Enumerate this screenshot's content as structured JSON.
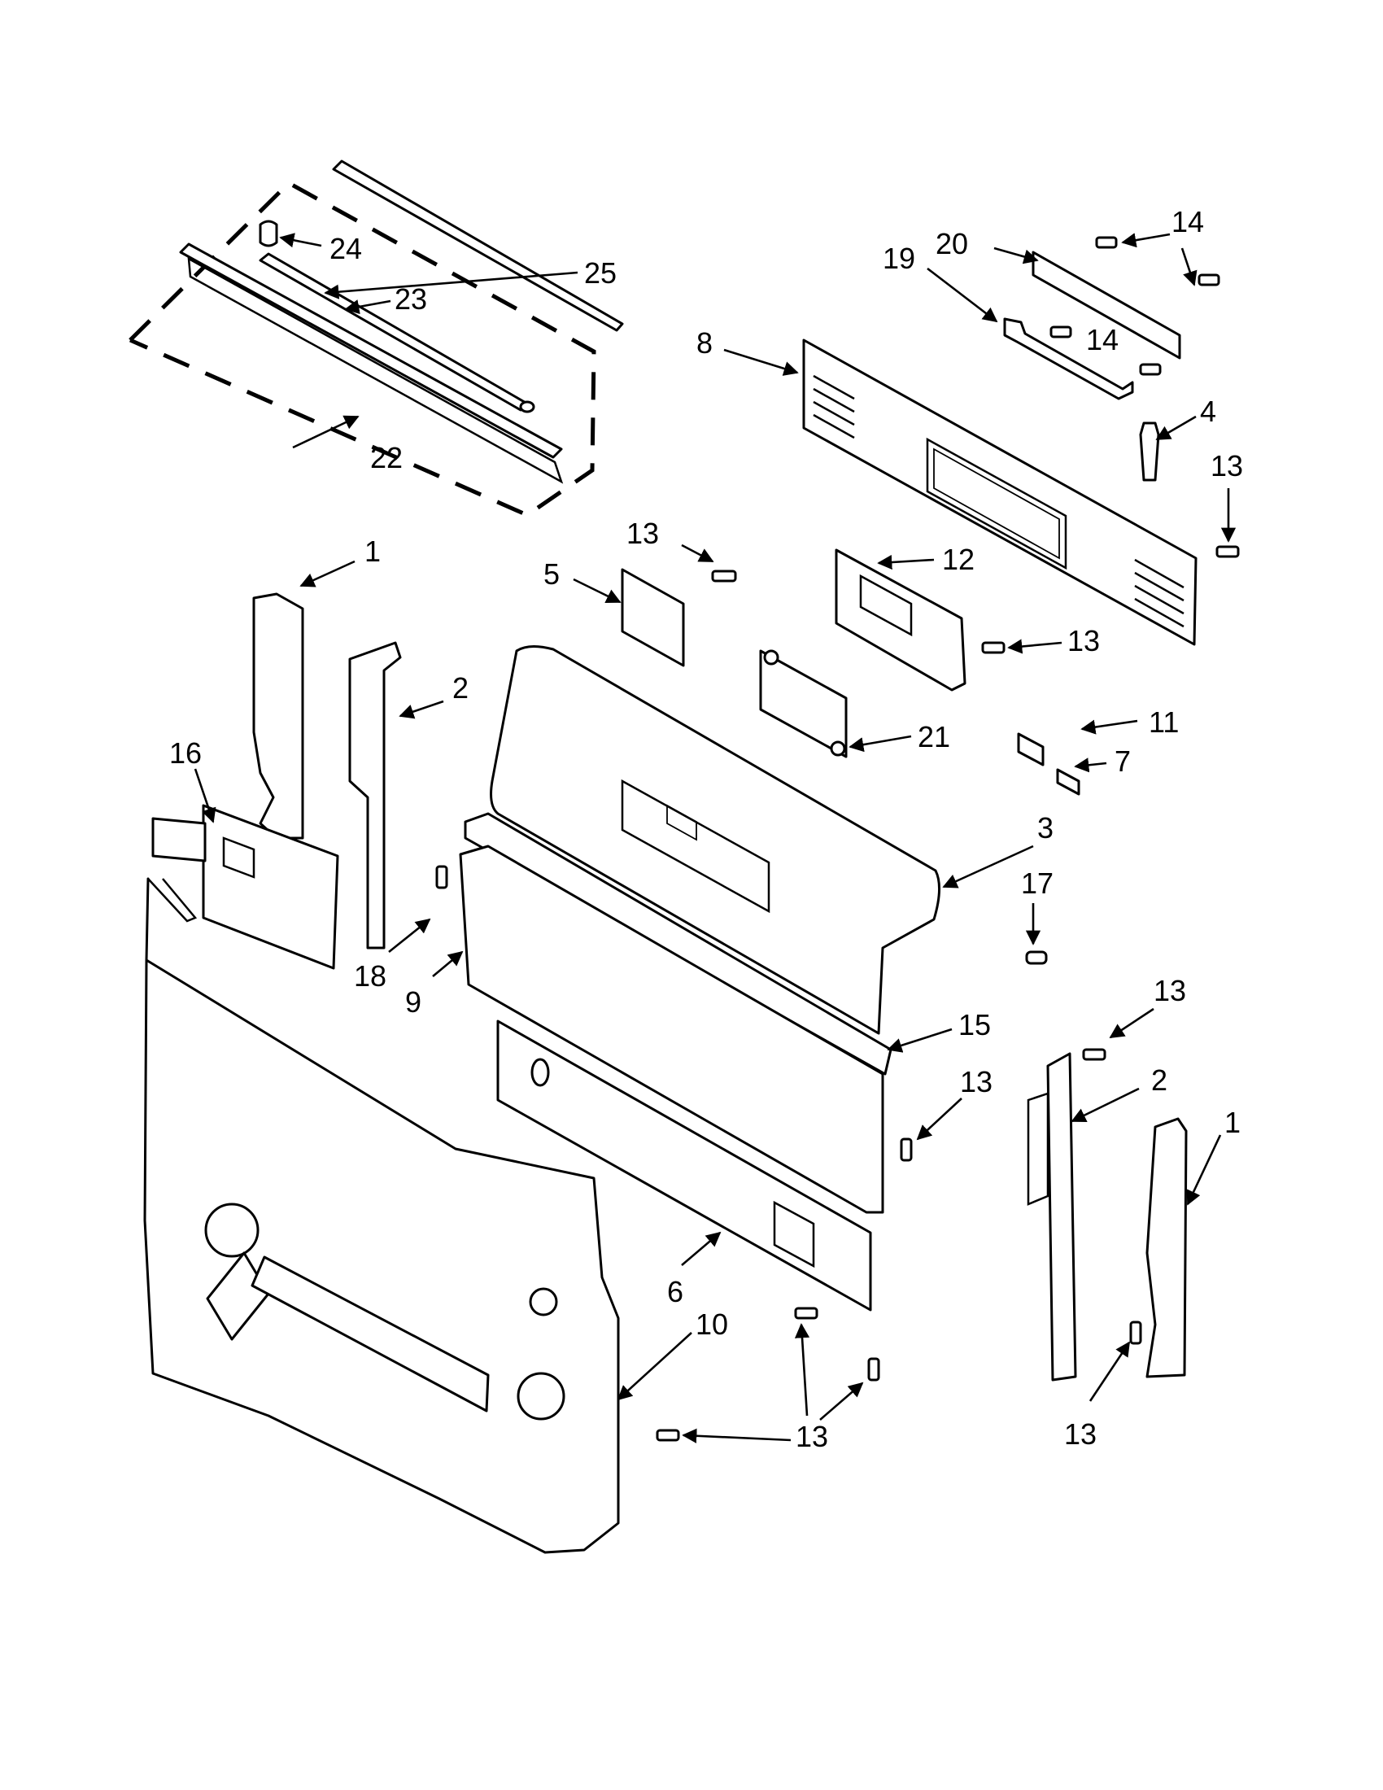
{
  "diagram": {
    "callouts": [
      "1",
      "2",
      "3",
      "4",
      "5",
      "6",
      "7",
      "8",
      "9",
      "10",
      "11",
      "12",
      "13",
      "14",
      "15",
      "16",
      "17",
      "18",
      "19",
      "20",
      "21",
      "22",
      "23",
      "24",
      "25"
    ],
    "colors": {
      "line": "#000000",
      "background": "#ffffff"
    }
  }
}
